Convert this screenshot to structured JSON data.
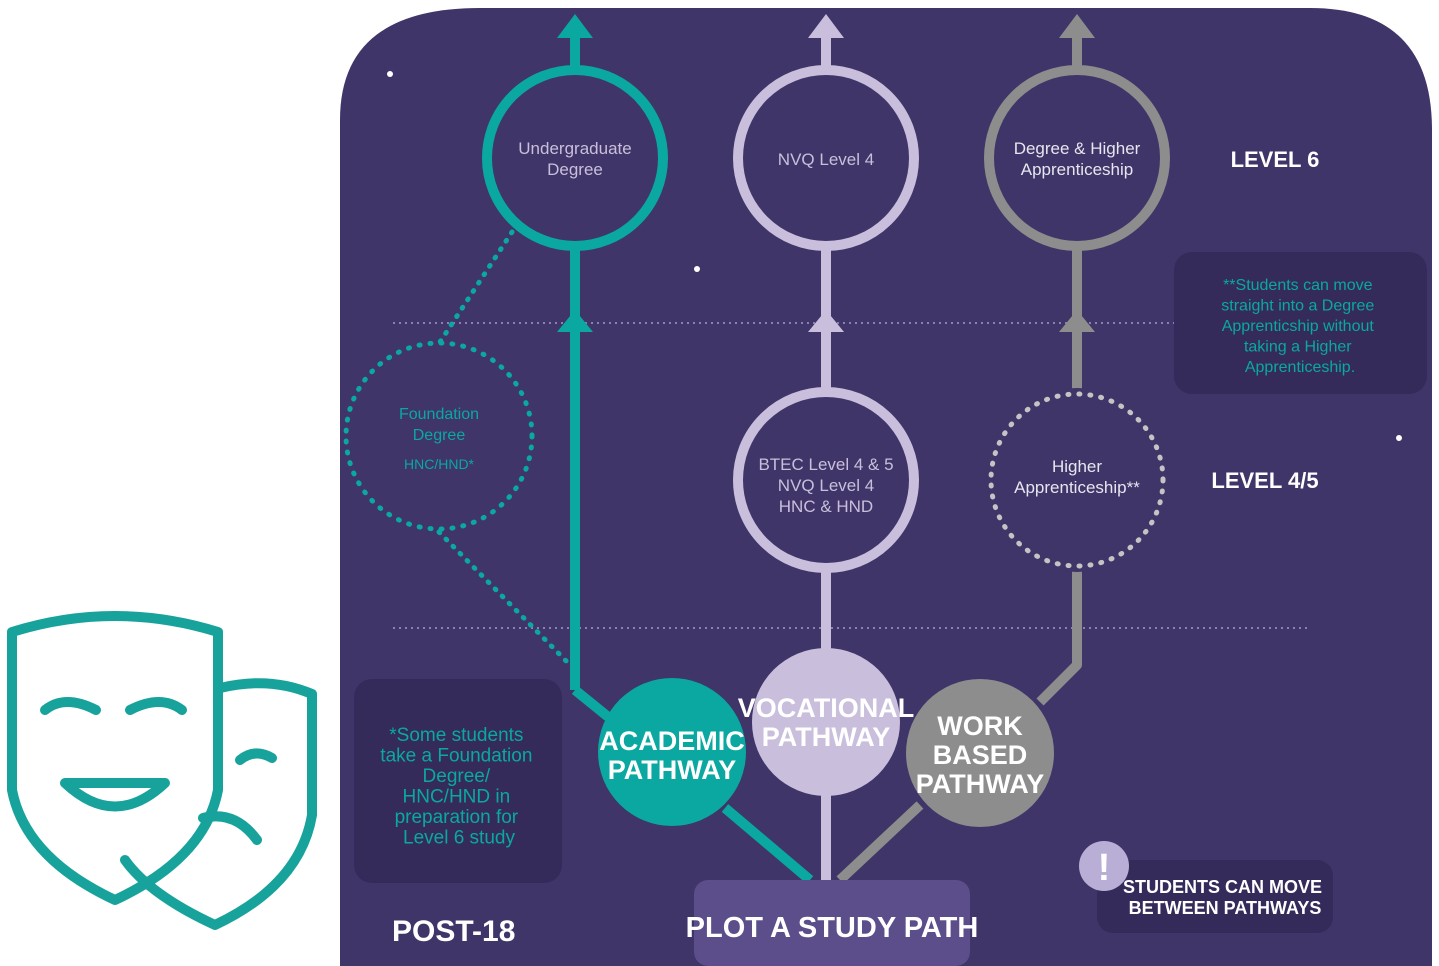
{
  "colors": {
    "background": "#3f3568",
    "panel": "#342b5a",
    "teal": "#0aa8a0",
    "lavender": "#c9bfdc",
    "grey": "#8d8d8d",
    "white": "#ffffff",
    "icon_teal": "#17a39b"
  },
  "icons": {
    "masks": "theatre-masks-icon",
    "warning": "exclamation-icon"
  },
  "levels": {
    "level6": "LEVEL 6",
    "level45": "LEVEL 4/5"
  },
  "academic": {
    "top": [
      "Undergraduate",
      "Degree"
    ],
    "foundation": [
      "Foundation",
      "Degree"
    ],
    "hnc": "HNC/HND*",
    "pathway": [
      "ACADEMIC",
      "PATHWAY"
    ]
  },
  "vocational": {
    "top": "NVQ Level 4",
    "mid": [
      "BTEC Level 4 & 5",
      "NVQ Level 4",
      "HNC & HND"
    ],
    "pathway": [
      "VOCATIONAL",
      "PATHWAY"
    ]
  },
  "work": {
    "top": [
      "Degree & Higher",
      "Apprenticeship"
    ],
    "mid": [
      "Higher",
      "Apprenticeship**"
    ],
    "pathway": [
      "WORK",
      "BASED",
      "PATHWAY"
    ]
  },
  "notes": {
    "double": [
      "**Students can move",
      "straight into a Degree",
      "Apprenticship without",
      "taking a Higher",
      "Apprenticeship."
    ],
    "single": [
      "*Some students",
      "take a Foundation",
      "Degree/",
      "HNC/HND in",
      "preparation for",
      "Level 6 study"
    ]
  },
  "footer": {
    "post18": "POST-18",
    "plot": "PLOT A STUDY PATH",
    "warning_mark": "!",
    "move": [
      "STUDENTS CAN MOVE",
      "BETWEEN PATHWAYS"
    ]
  }
}
